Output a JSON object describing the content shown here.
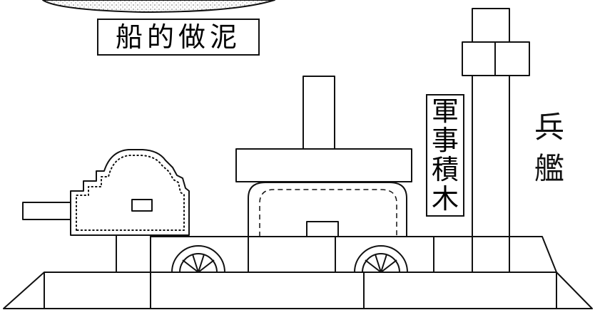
{
  "caption": {
    "text": "船的做泥"
  },
  "toy_label": {
    "text": "軍\n事\n積\n木"
  },
  "ship_label": {
    "text": "兵\n艦"
  },
  "colors": {
    "ink": "#111111",
    "paper": "#ffffff"
  }
}
